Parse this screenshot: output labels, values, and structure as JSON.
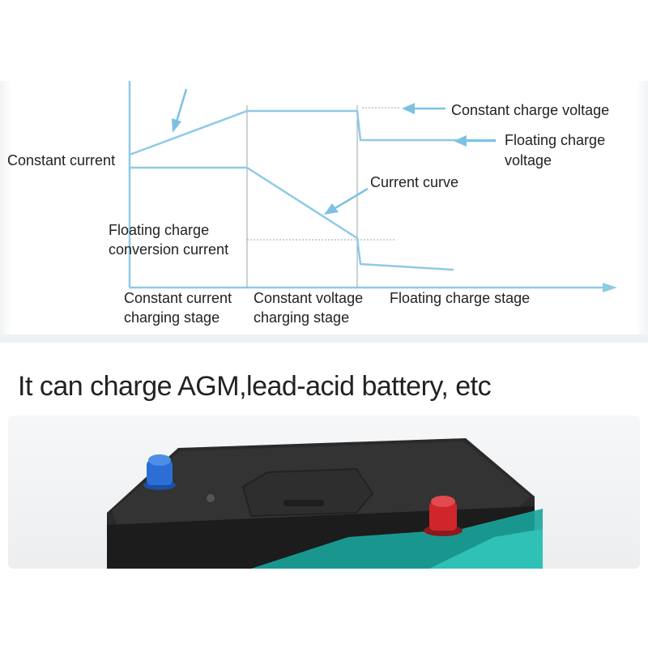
{
  "diagram": {
    "labels": {
      "constant_current": "Constant current",
      "constant_charge_voltage": "Constant charge voltage",
      "floating_charge_voltage_1": "Floating charge",
      "floating_charge_voltage_2": "voltage",
      "current_curve": "Current curve",
      "floating_conversion_1": "Floating charge",
      "floating_conversion_2": "conversion current",
      "stage1_line1": "Constant current",
      "stage1_line2": "charging stage",
      "stage2_line1": "Constant voltage",
      "stage2_line2": "charging stage",
      "stage3": "Floating charge stage"
    },
    "line_color": "#8ecae6",
    "arrow_color": "#7cc1e4"
  },
  "section": {
    "heading": "It can charge AGM,lead-acid battery, etc"
  },
  "photo": {
    "battery_case_color": "#262626",
    "negative_terminal_color": "#2b6fd6",
    "positive_terminal_color": "#d0262b",
    "accent_color": "#1aa59c"
  }
}
